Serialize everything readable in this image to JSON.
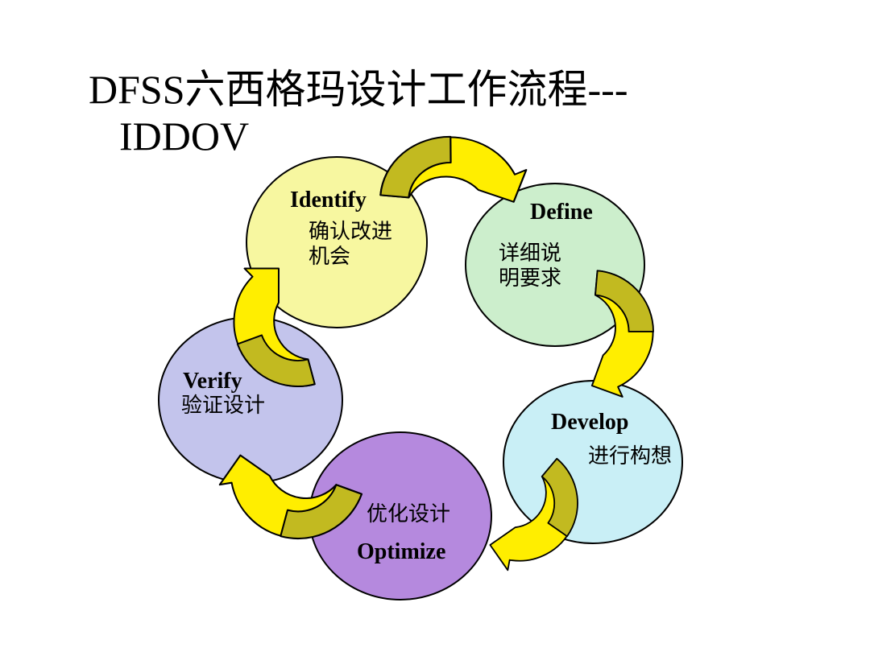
{
  "slide": {
    "title_line1": "DFSS六西格玛设计工作流程---",
    "title_line2": "IDDOV"
  },
  "colors": {
    "arrow_head": "#ffee00",
    "arrow_tail": "#c2ba20",
    "outline": "#000000",
    "background": "#ffffff"
  },
  "stages": [
    {
      "id": "identify",
      "en": "Identify",
      "cn": "确认改进\n机会",
      "color": "#f7f7a0"
    },
    {
      "id": "define",
      "en": "Define",
      "cn": "详细说\n明要求",
      "color": "#cceecc"
    },
    {
      "id": "develop",
      "en": "Develop",
      "cn": "进行构想",
      "color": "#c9eff6"
    },
    {
      "id": "optimize",
      "en": "Optimize",
      "cn": "优化设计",
      "color": "#b589de"
    },
    {
      "id": "verify",
      "en": "Verify",
      "cn": "验证设计",
      "color": "#c3c4ec"
    }
  ]
}
